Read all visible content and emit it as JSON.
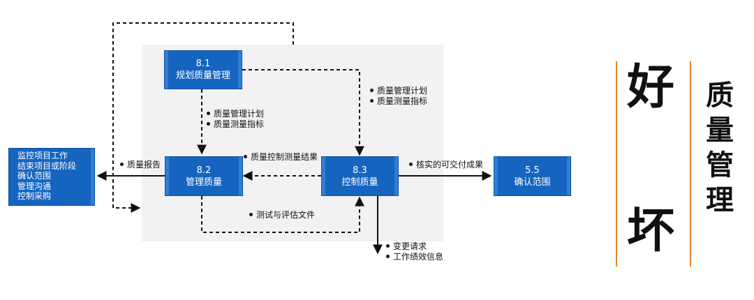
{
  "processes": {
    "p81": {
      "num": "8.1",
      "name": "规划质量管理"
    },
    "p82": {
      "num": "8.2",
      "name": "管理质量"
    },
    "p83": {
      "num": "8.3",
      "name": "控制质量"
    },
    "p55": {
      "num": "5.5",
      "name": "确认范围"
    }
  },
  "external": {
    "lines": [
      "监控项目工作",
      "结束项目或阶段",
      "确认范围",
      "管理沟通",
      "控制采购"
    ]
  },
  "flows": {
    "f81_82": [
      "质量管理计划",
      "质量测量指标"
    ],
    "f81_83": [
      "质量管理计划",
      "质量测量指标"
    ],
    "f83_82": [
      "质量控制测量结果"
    ],
    "f82_ext": [
      "质量报告"
    ],
    "f82_83": [
      "测试与评估文件"
    ],
    "f83_55": [
      "核实的可交付成果"
    ],
    "f83_out": [
      "变更请求",
      "工作绩效信息"
    ]
  },
  "side": {
    "good": "好",
    "bad": "坏",
    "vertical": "质量管理"
  },
  "colors": {
    "process_blue": "#1565c0",
    "accent_orange": "#e8862a",
    "panel_gray": "#f2f2f4"
  }
}
